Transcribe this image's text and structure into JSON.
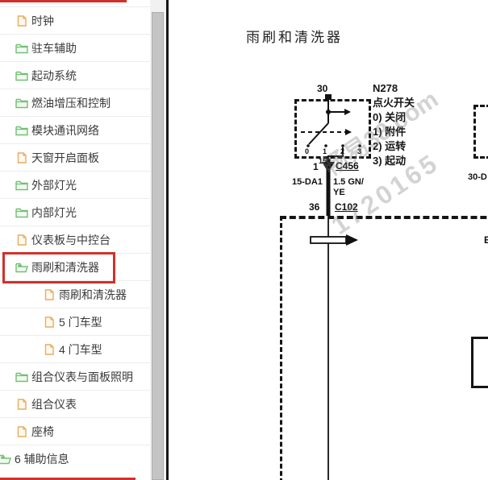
{
  "colors": {
    "accent_red": "#d2302c",
    "folder_green": "#72bf72",
    "file_orange": "#eaaa5f"
  },
  "sidebar": {
    "items": [
      {
        "label": "时钟",
        "icon": "file",
        "indent": 1,
        "highlighted": false
      },
      {
        "label": "驻车辅助",
        "icon": "folder",
        "indent": 1,
        "highlighted": false
      },
      {
        "label": "起动系统",
        "icon": "folder",
        "indent": 1,
        "highlighted": false
      },
      {
        "label": "燃油增压和控制",
        "icon": "folder",
        "indent": 1,
        "highlighted": false
      },
      {
        "label": "模块通讯网络",
        "icon": "folder",
        "indent": 1,
        "highlighted": false
      },
      {
        "label": "天窗开启面板",
        "icon": "file",
        "indent": 1,
        "highlighted": false
      },
      {
        "label": "外部灯光",
        "icon": "folder",
        "indent": 1,
        "highlighted": false
      },
      {
        "label": "内部灯光",
        "icon": "folder",
        "indent": 1,
        "highlighted": false
      },
      {
        "label": "仪表板与中控台",
        "icon": "file",
        "indent": 1,
        "highlighted": false
      },
      {
        "label": "雨刷和清洗器",
        "icon": "folder-open",
        "indent": 1,
        "highlighted": true
      },
      {
        "label": "雨刷和清洗器",
        "icon": "file",
        "indent": 2,
        "highlighted": false
      },
      {
        "label": "5 门车型",
        "icon": "file",
        "indent": 2,
        "highlighted": false
      },
      {
        "label": "4 门车型",
        "icon": "file",
        "indent": 2,
        "highlighted": false
      },
      {
        "label": "组合仪表与面板照明",
        "icon": "folder",
        "indent": 1,
        "highlighted": false
      },
      {
        "label": "组合仪表",
        "icon": "file",
        "indent": 1,
        "highlighted": false
      },
      {
        "label": "座椅",
        "icon": "file",
        "indent": 1,
        "highlighted": false
      },
      {
        "label": "6 辅助信息",
        "icon": "folder-open",
        "indent": 0,
        "highlighted": false
      }
    ]
  },
  "diagram": {
    "title": "雨刷和清洗器",
    "watermark": {
      "line1": "畅易38.com",
      "line2": "1720165"
    },
    "switch": {
      "terminal_top": "30",
      "terminal_15": "15",
      "positions": [
        "0",
        "1",
        "2",
        "3"
      ],
      "lines": [
        "N278",
        "点火开关",
        "0) 关闭",
        "1) 附件",
        "2) 运转",
        "3) 起动"
      ]
    },
    "wire": {
      "pin_top": "1",
      "connector_top": "C456",
      "circuit": "15-DA1",
      "gauge": "1.5 GN/",
      "gauge2": "YE",
      "pin_bottom": "36",
      "connector_bottom": "C102"
    },
    "right": {
      "wire_label": "30-D",
      "edge_letter": "E"
    }
  }
}
